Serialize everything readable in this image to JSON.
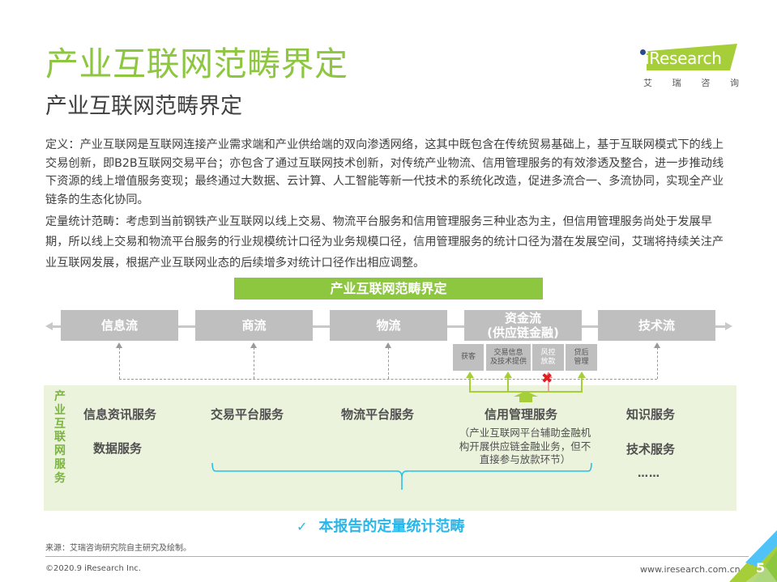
{
  "header": {
    "title": "产业互联网范畴界定",
    "subtitle": "产业互联网范畴界定"
  },
  "logo": {
    "brand": "iResearch",
    "chinese_chars": [
      "艾",
      "瑞",
      "咨",
      "询"
    ],
    "accent_color": "#a6ce39",
    "dot_color": "#2c4b8e"
  },
  "body": {
    "definition": "定义：产业互联网是互联网连接产业需求端和产业供给端的双向渗透网络，这其中既包含在传统贸易基础上，基于互联网模式下的线上交易创新，即B2B互联网交易平台；亦包含了通过互联网技术创新，对传统产业物流、信用管理服务的有效渗透及整合，进一步推动线下资源的线上增值服务变现；最终通过大数据、云计算、人工智能等新一代技术的系统化改造，促进多流合一、多流协同，实现全产业链条的生态化协同。",
    "quantitative_scope": "定量统计范畴：考虑到当前钢铁产业互联网以线上交易、物流平台服务和信用管理服务三种业态为主，但信用管理服务尚处于发展早期，所以线上交易和物流平台服务的行业规模统计口径为业务规模口径，信用管理服务的统计口径为潜在发展空间，艾瑞将持续关注产业互联网发展，根据产业互联网业态的后续增多对统计口径作出相应调整。"
  },
  "diagram": {
    "banner": "产业互联网范畴界定",
    "banner_color": "#8dc63f",
    "flows": [
      {
        "label": "信息流"
      },
      {
        "label": "商流"
      },
      {
        "label": "物流"
      },
      {
        "label": "资金流",
        "sublabel": "(供应链金融)"
      },
      {
        "label": "技术流"
      }
    ],
    "finance_steps": [
      {
        "line1": "获客",
        "line2": ""
      },
      {
        "line1": "交易信息",
        "line2": "及技术提供"
      },
      {
        "line1": "风控",
        "line2": "放款"
      },
      {
        "line1": "贷后",
        "line2": "管理"
      }
    ],
    "blocked_marker": "✖",
    "services_panel": {
      "vertical_label": "产业互联网服务",
      "vertical_chars": [
        "产",
        "业",
        "互",
        "联",
        "网",
        "服",
        "务"
      ],
      "items": {
        "info_service": "信息资讯服务",
        "data_service": "数据服务",
        "trade_service": "交易平台服务",
        "logistics_service": "物流平台服务",
        "credit_service": "信用管理服务",
        "knowledge_service": "知识服务",
        "tech_service": "技术服务",
        "more": "……"
      },
      "credit_note": "（产业互联网平台辅助金融机构开展供应链金融业务，但不直接参与放款环节）",
      "background_color": "#ebf3dc"
    },
    "scope_label": {
      "check": "✓",
      "text": "本报告的定量统计范畴",
      "color": "#29b6e8"
    }
  },
  "footer": {
    "source": "来源：艾瑞咨询研究院自主研究及绘制。",
    "copyright": "©2020.9 iResearch Inc.",
    "website": "www.iresearch.com.cn",
    "page_number": "5"
  }
}
